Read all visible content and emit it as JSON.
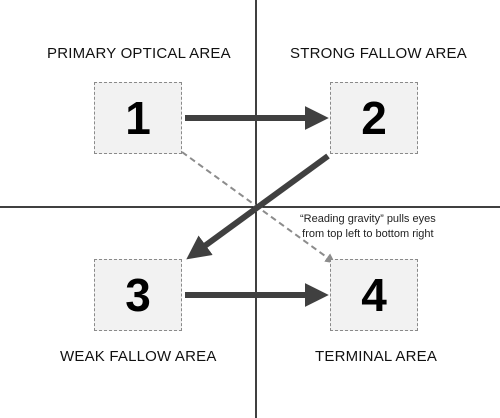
{
  "quadrants": [
    {
      "label": "PRIMARY OPTICAL AREA",
      "number": "1"
    },
    {
      "label": "STRONG FALLOW AREA",
      "number": "2"
    },
    {
      "label": "WEAK FALLOW AREA",
      "number": "3"
    },
    {
      "label": "TERMINAL AREA",
      "number": "4"
    }
  ],
  "note": {
    "line1": "“Reading gravity” pulls eyes",
    "line2": "from top left to bottom right"
  },
  "colors": {
    "axis": "#000000",
    "arrow": "#404040",
    "dashed_arrow": "#8c8c8c",
    "box_fill": "#f2f2f2",
    "box_border": "#8a8a8a"
  }
}
